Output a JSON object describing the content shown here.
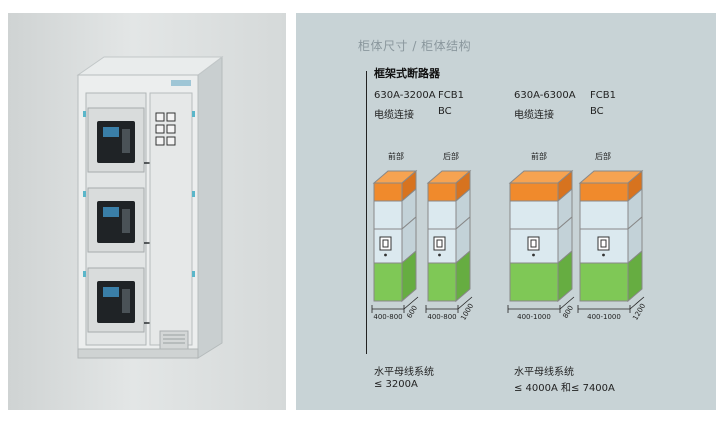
{
  "section_title": "柜体尺寸 / 柜体结构",
  "heading": "框架式断路器",
  "groups": [
    {
      "rating": "630A-3200A",
      "code1": "FCB1",
      "connection": "电缆连接",
      "code2": "BC",
      "front_label": "前部",
      "rear_label": "后部",
      "front_width": "400-800",
      "front_depth": "600",
      "rear_width": "400-800",
      "rear_depth": "1000",
      "busbar": "水平母线系统",
      "busbar_rating": "≤ 3200A"
    },
    {
      "rating": "630A-6300A",
      "code1": "FCB1",
      "connection": "电缆连接",
      "code2": "BC",
      "front_label": "前部",
      "rear_label": "后部",
      "front_width": "400-1000",
      "front_depth": "800",
      "rear_width": "400-1000",
      "rear_depth": "1200",
      "busbar": "水平母线系统",
      "busbar_rating": "≤ 4000A 和≤ 7400A"
    }
  ],
  "colors": {
    "top": "#f08a2c",
    "mid": "#dbe9ef",
    "bottom": "#7fc856",
    "panel_bg": "#c8d3d6"
  }
}
